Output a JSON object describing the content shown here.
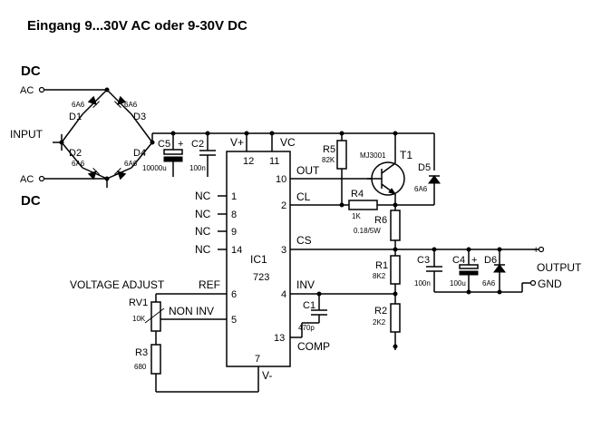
{
  "title": "Eingang   9...30V AC oder 9-30V DC",
  "labels": {
    "dc_top": "DC",
    "dc_bottom": "DC",
    "ac_top": "AC",
    "ac_bottom": "AC",
    "input": "INPUT",
    "output": "OUTPUT",
    "gnd": "GND",
    "plus": "+",
    "voltage_adjust": "VOLTAGE ADJUST"
  },
  "ic": {
    "name": "IC1",
    "type": "723",
    "signals": {
      "vplus": "V+",
      "vc": "VC",
      "out": "OUT",
      "cl": "CL",
      "cs": "CS",
      "inv": "INV",
      "comp": "COMP",
      "ref": "REF",
      "noninv": "NON INV",
      "vminus": "V-",
      "nc1": "NC",
      "nc8": "NC",
      "nc9": "NC",
      "nc14": "NC"
    },
    "pins": {
      "p12": "12",
      "p11": "11",
      "p10": "10",
      "p2": "2",
      "p3": "3",
      "p4": "4",
      "p13": "13",
      "p6": "6",
      "p5": "5",
      "p7": "7",
      "p1": "1",
      "p8": "8",
      "p9": "9",
      "p14": "14"
    }
  },
  "components": {
    "d1": {
      "name": "D1",
      "value": "6A6"
    },
    "d2": {
      "name": "D2",
      "value": "6A6"
    },
    "d3": {
      "name": "D3",
      "value": "6A6"
    },
    "d4": {
      "name": "D4",
      "value": "6A6"
    },
    "d5": {
      "name": "D5",
      "value": "6A6"
    },
    "d6": {
      "name": "D6",
      "value": "6A6"
    },
    "c5": {
      "name": "C5",
      "value": "10000u",
      "pol": "+"
    },
    "c2": {
      "name": "C2",
      "value": "100n"
    },
    "c3": {
      "name": "C3",
      "value": "100n"
    },
    "c4": {
      "name": "C4",
      "value": "100u",
      "pol": "+"
    },
    "c1": {
      "name": "C1",
      "value": "470p"
    },
    "r5": {
      "name": "R5",
      "value": "82K"
    },
    "r4": {
      "name": "R4",
      "value": "1K"
    },
    "r6": {
      "name": "R6",
      "value": "0.18/5W"
    },
    "r1": {
      "name": "R1",
      "value": "8K2"
    },
    "r2": {
      "name": "R2",
      "value": "2K2"
    },
    "r3": {
      "name": "R3",
      "value": "680"
    },
    "rv1": {
      "name": "RV1",
      "value": "10K"
    },
    "t1": {
      "name": "T1",
      "value": "MJ3001"
    }
  }
}
